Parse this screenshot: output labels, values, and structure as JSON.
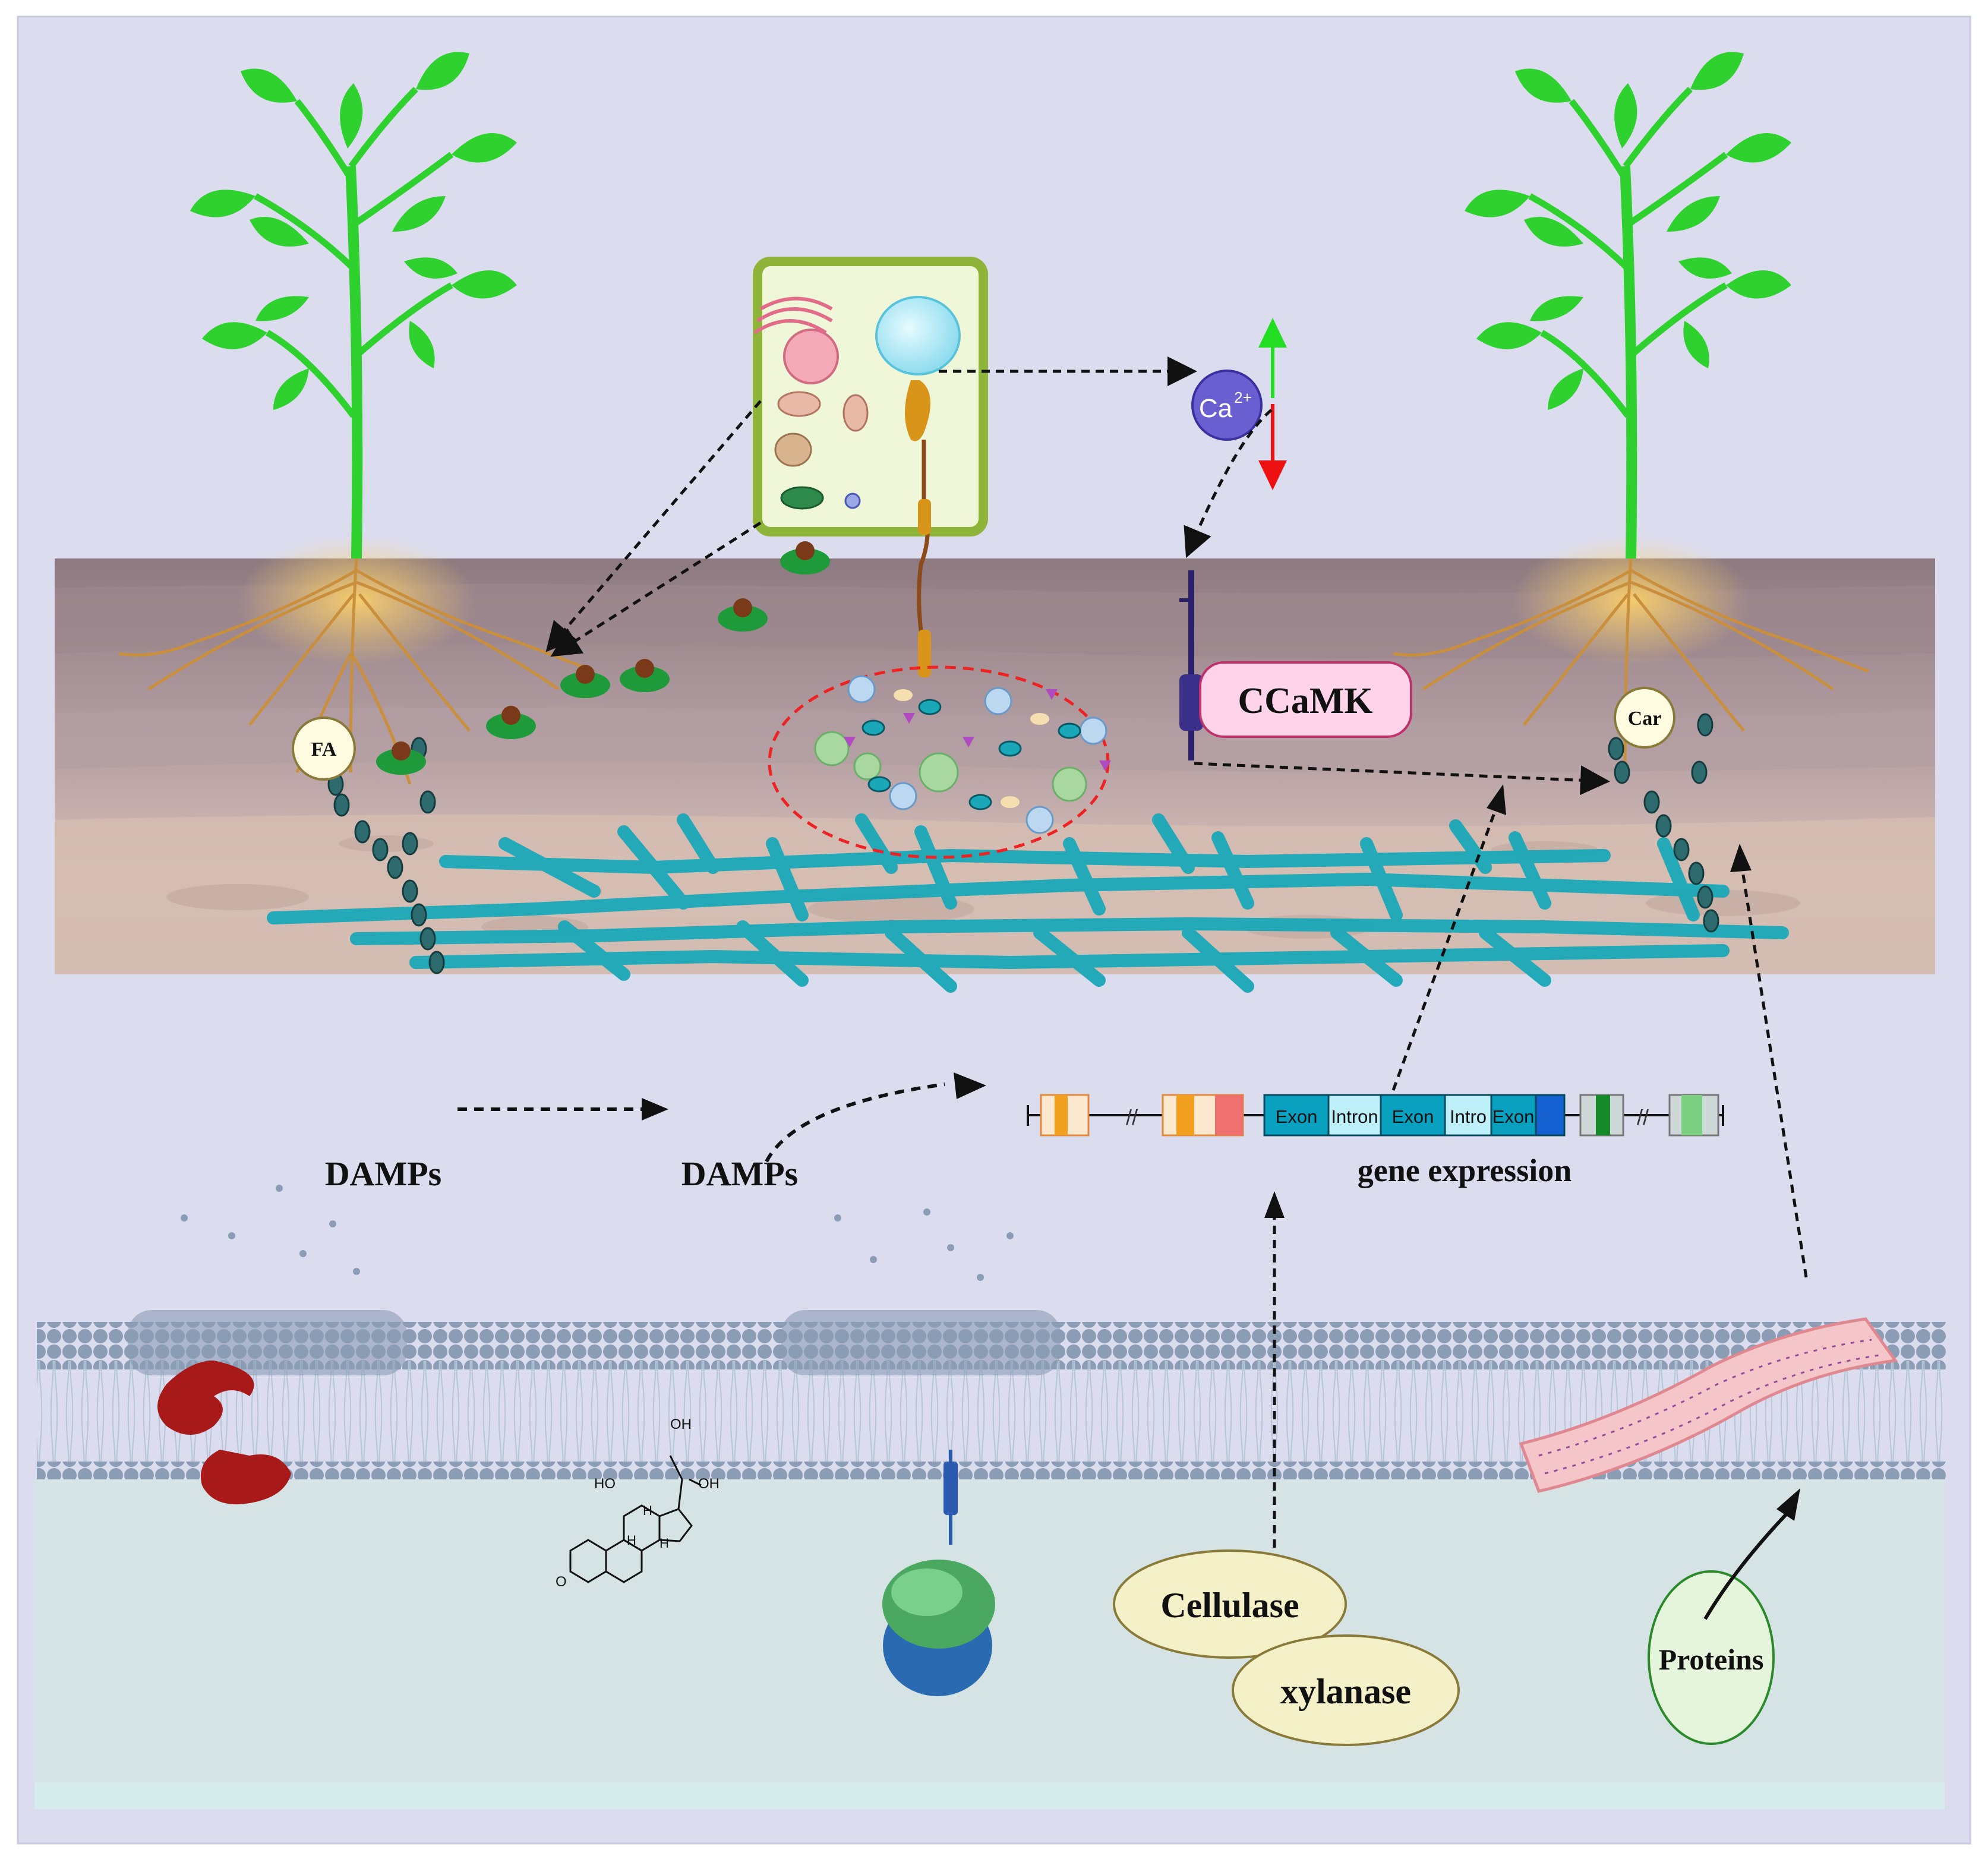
{
  "labels": {
    "ca": "Ca",
    "ca_charge": "2+",
    "ccamk": "CCaMK",
    "fa": "FA",
    "car": "Car",
    "damps_left": "DAMPs",
    "damps_right": "DAMPs",
    "gene_expression": "gene expression",
    "cellulase": "Cellulase",
    "xylanase": "xylanase",
    "proteins": "Proteins"
  },
  "gene": {
    "exon1": "Exon",
    "intron1": "Intron",
    "exon2": "Exon",
    "intron2": "Intro",
    "exon3": "Exon"
  },
  "chem": {
    "oh_top": "OH",
    "oh_left": "HO",
    "oh_right": "OH",
    "h1": "H",
    "h2": "H",
    "h3": "H",
    "o": "O"
  },
  "colors": {
    "background": "#dcdcef",
    "plant_green": "#2fd12f",
    "soil_dark": "#8f7e85",
    "soil_light": "#c9b6b6",
    "hyphae": "#1aa8b8",
    "ca_ion": "#6a5fd0",
    "ccamk_fill": "#ffd4ea",
    "membrane_head": "#7f93ad",
    "cytoplasm": "#d6e3e4",
    "enzyme_fill": "#f4f0c8",
    "protein_fill": "#e4f5dc",
    "arrow_up": "#22dd22",
    "arrow_down": "#ee1111"
  }
}
